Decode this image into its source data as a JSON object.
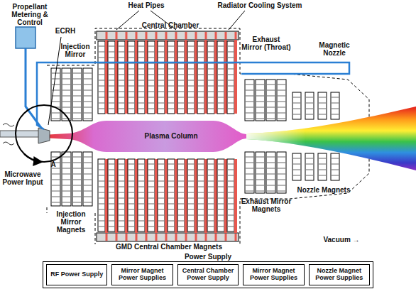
{
  "diagram": {
    "nodes": [
      {
        "text": [
          "Power Supply"
        ]
      },
      {
        "text": [
          "RF Power Supply"
        ],
        "in": 0
      },
      {
        "text": [
          "Mirror Magnet Power Supplies"
        ],
        "in": 0
      },
      {
        "text": [
          "Central Chamber Power Supply"
        ],
        "in": 0
      },
      {
        "text": [
          "Mirror Magnet Power Supplies"
        ],
        "in": 0
      },
      {
        "text": [
          "Nozzle Magnet Power Supplies"
        ],
        "in": 0
      }
    ],
    "edges": [],
    "labels": [
      "Heat Pipes",
      "Radiator Cooling System",
      "Propellant Metering & Control",
      "ECRH",
      "Injection Mirror",
      "Central Chamber",
      "Exhaust Mirror (Throat)",
      "Magnetic Nozzle",
      "Microwave Power Input",
      "A",
      "Plasma Column",
      "Injection Mirror Magnets",
      "GMD Central Chamber Magnets",
      "Exhaust Mirror Magnets",
      "Nozzle Magnets",
      "Vacuum →"
    ]
  }
}
